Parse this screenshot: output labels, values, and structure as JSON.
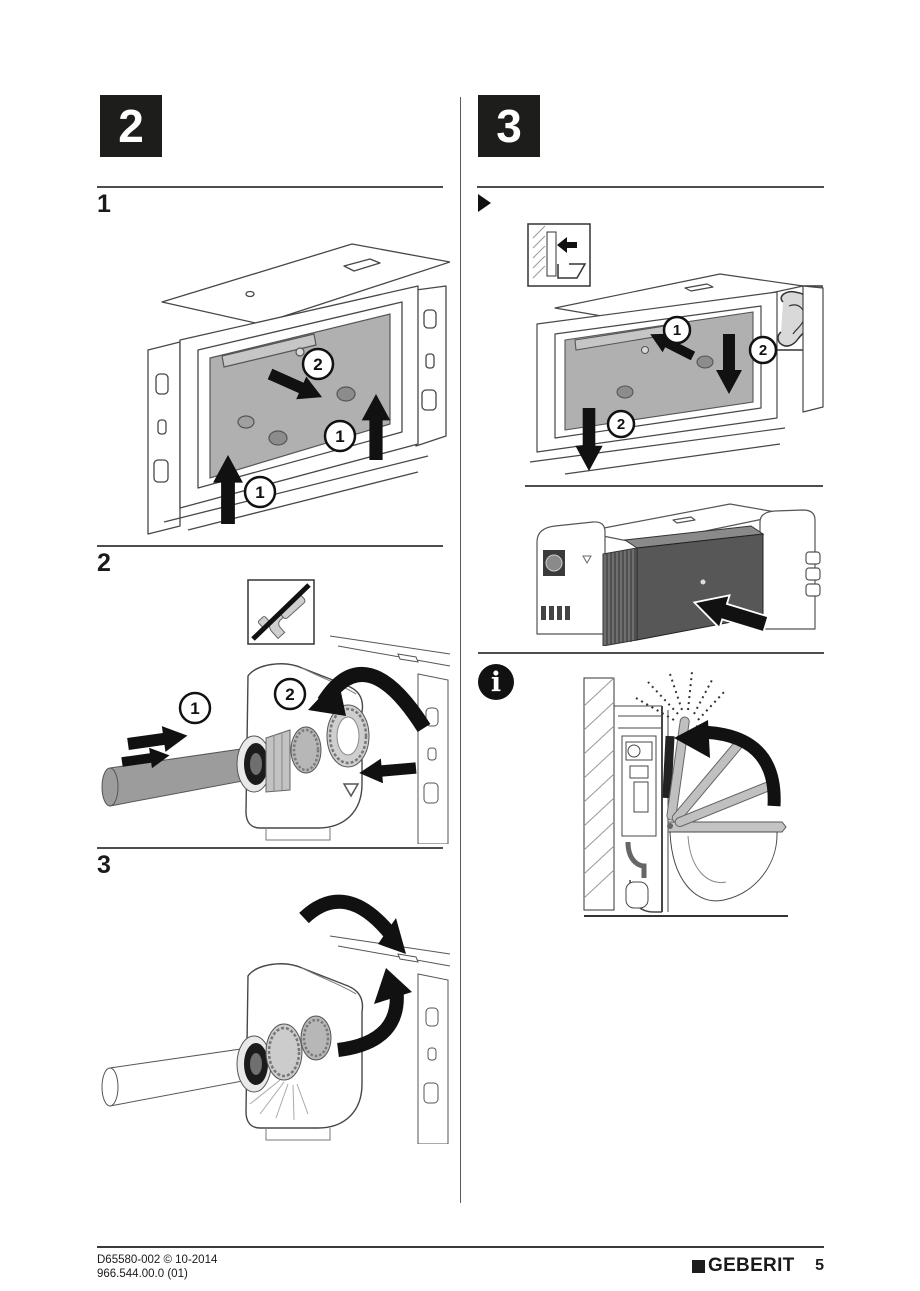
{
  "sections": {
    "left": {
      "badge": "2",
      "substeps": [
        {
          "label": "1"
        },
        {
          "label": "2"
        },
        {
          "label": "3"
        }
      ]
    },
    "right": {
      "badge": "3"
    }
  },
  "callouts": {
    "n1": "1",
    "n2": "2"
  },
  "icons": {
    "left_step2_inset": "no-pipe-wrench-icon",
    "right_inset_top": "wall-clearance-icon",
    "right_inset_ear": "listen-ear-icon",
    "right_note": "info-icon",
    "right_marker": "play-marker-icon",
    "footer_brand_mark": "geberit-logo-square"
  },
  "footer": {
    "doc_code": "D65580-002 © 10-2014",
    "article_number": "966.544.00.0 (01)",
    "brand": "GEBERIT",
    "page_number": "5"
  },
  "colors": {
    "badge_bg": "#1d1d1b",
    "rule": "#4d4d4d",
    "plate_gray": "#b0b0b0",
    "pipe_gray": "#9c9c9c",
    "dark_box": "#575757",
    "lid_gray": "#c0c0c0"
  }
}
